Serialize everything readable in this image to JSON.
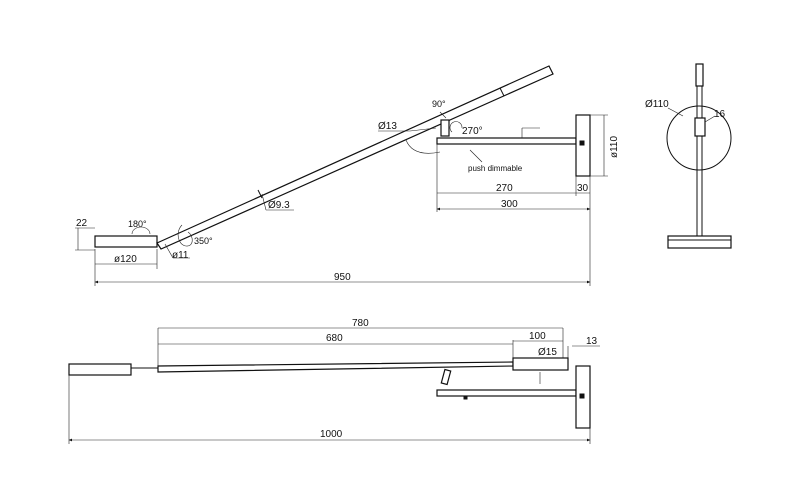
{
  "labels": {
    "dim_22": "22",
    "dim_180deg": "180°",
    "dim_350deg": "350°",
    "dim_d120": "ø120",
    "dim_d11": "ø11",
    "dim_d93": "Ø9.3",
    "dim_d13": "Ø13",
    "dim_90deg": "90°",
    "dim_270deg": "270°",
    "note_push": "push dimmable",
    "dim_d110_side": "ø110",
    "dim_270": "270",
    "dim_30": "30",
    "dim_300": "300",
    "dim_950": "950",
    "dim_D110_front": "Ø110",
    "dim_16": "16",
    "dim_780": "780",
    "dim_680": "680",
    "dim_100": "100",
    "dim_D15": "Ø15",
    "dim_13": "13",
    "dim_1000": "1000"
  },
  "colors": {
    "line": "#111111",
    "background": "#ffffff"
  }
}
